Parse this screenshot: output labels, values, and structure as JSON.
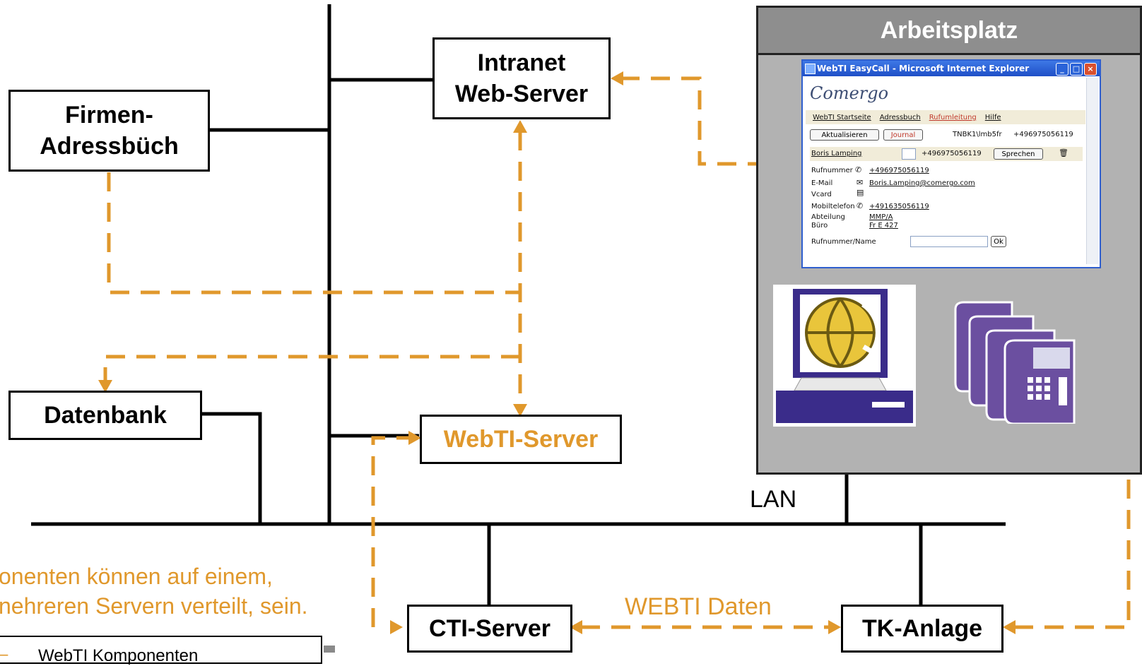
{
  "nodes": {
    "firmen_adressbuch": "Firmen-\nAdressbüch",
    "intranet_server": "Intranet\nWeb-Server",
    "datenbank": "Datenbank",
    "webti_server": "WebTI-Server",
    "cti_server": "CTI-Server",
    "tk_anlage": "TK-Anlage"
  },
  "workstation": {
    "title": "Arbeitsplatz"
  },
  "labels": {
    "lan": "LAN",
    "webti_daten": "WEBTI Daten",
    "note_line1": "onenten können auf einem,",
    "note_line2": "nehreren Servern verteilt, sein.",
    "legend": "WebTI Komponenten",
    "legend_mark": "–"
  },
  "colors": {
    "accent": "#e0982c",
    "line": "#000000",
    "workstation_bg": "#b2b2b2"
  },
  "browser": {
    "title": "WebTI EasyCall - Microsoft Internet Explorer",
    "logo": "Comergo",
    "nav": [
      "WebTI Startseite",
      "Adressbuch",
      "Rufumleitung",
      "Hilfe"
    ],
    "btn_refresh": "Aktualisieren",
    "btn_journal": "Journal",
    "user_id": "TNBK1\\lmb5fr",
    "user_number": "+496975056119",
    "contact_name": "Boris Lamping",
    "contact_number": "+496975056119",
    "btn_speak": "Sprechen",
    "fields": [
      {
        "label": "Rufnummer",
        "value": "+496975056119"
      },
      {
        "label": "E-Mail",
        "value": "Boris.Lamping@comergo.com"
      },
      {
        "label": "Vcard",
        "value": ""
      },
      {
        "label": "Mobiltelefon",
        "value": "+491635056119"
      },
      {
        "label": "Abteilung",
        "value": "MMP/A"
      },
      {
        "label": "Büro",
        "value": "Fr E 427"
      }
    ],
    "search_label": "Rufnummer/Name",
    "search_value": "",
    "ok": "Ok"
  },
  "icons": [
    "computer-globe-icon",
    "telephone-stack-icon",
    "phone-icon",
    "mail-icon",
    "vcard-icon",
    "trash-icon"
  ]
}
